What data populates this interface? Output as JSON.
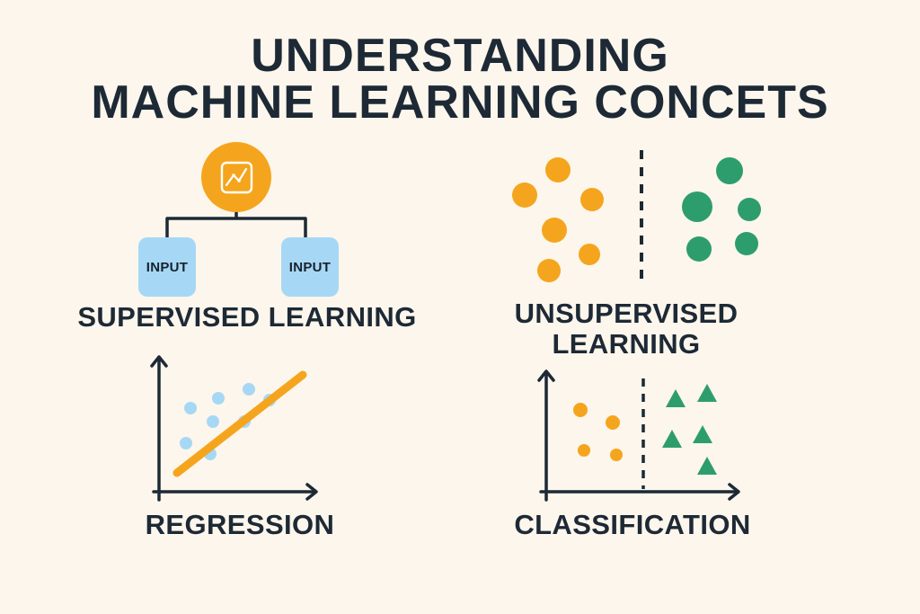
{
  "title": {
    "line1": "UNDERSTANDING",
    "line2": "MACHINE LEARNING CONCETS"
  },
  "sections": {
    "supervised": {
      "label": "SUPERVISED LEARNING",
      "inputs": [
        "INPUT",
        "INPUT"
      ],
      "icon": "line-chart-icon"
    },
    "unsupervised": {
      "label1": "UNSUPERVISED",
      "label2": "LEARNING"
    },
    "regression": {
      "label": "REGRESSION"
    },
    "classification": {
      "label": "CLASSIFICATION"
    }
  },
  "figures": {
    "unsupervised_clusters": {
      "orange_dots": 6,
      "green_dots": 5,
      "divider": "vertical-dashed-line"
    },
    "regression": {
      "scatter_dots": 8,
      "trend_line": "orange-diagonal"
    },
    "classification": {
      "orange_circles": 4,
      "green_triangles": 5,
      "boundary": "vertical-dashed-line"
    }
  },
  "colors": {
    "background": "#fcf6ec",
    "text": "#1d2935",
    "orange": "#f5a51d",
    "green": "#2e9d6e",
    "light_blue": "#a6d8f5"
  }
}
